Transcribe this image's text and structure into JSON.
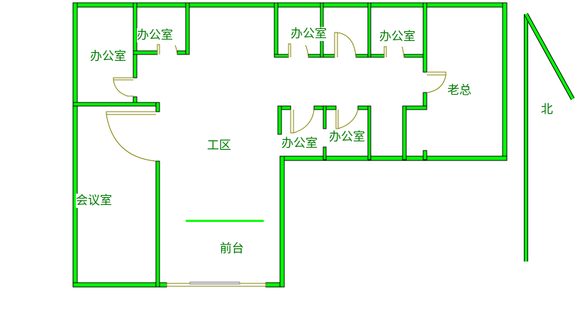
{
  "rooms": {
    "office_top_small": "办公室",
    "office_left": "办公室",
    "office_top_mid": "办公室",
    "office_top_right": "办公室",
    "office_lower_left": "办公室",
    "office_lower_right": "办公室",
    "boss": "老总",
    "work_area": "工区",
    "meeting_room": "会议室",
    "reception": "前台"
  },
  "compass": {
    "north": "北"
  },
  "colors": {
    "wall": "#00ff00",
    "wall_outline": "#000000",
    "door": "#808000",
    "label": "#007a00"
  }
}
